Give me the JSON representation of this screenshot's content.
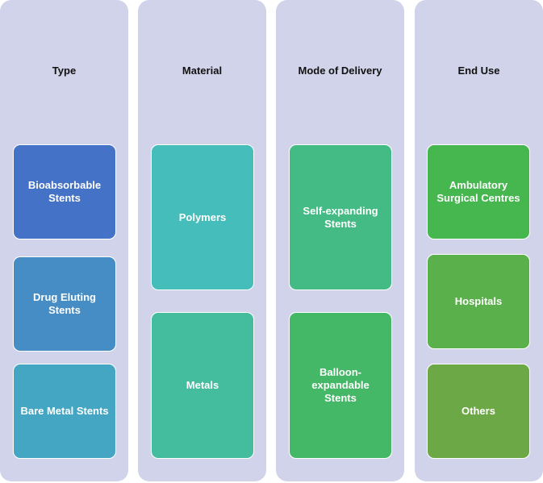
{
  "columns": [
    {
      "title": "Type",
      "items": [
        {
          "label": "Bioabsorbable Stents",
          "color": "#4472c7"
        },
        {
          "label": "Drug Eluting Stents",
          "color": "#458dc4"
        },
        {
          "label": "Bare Metal Stents",
          "color": "#44a6c3"
        }
      ]
    },
    {
      "title": "Material",
      "items": [
        {
          "label": "Polymers",
          "color": "#44bdbb"
        },
        {
          "label": "Metals",
          "color": "#44bc9e"
        }
      ]
    },
    {
      "title": "Mode of Delivery",
      "items": [
        {
          "label": "Self-expanding Stents",
          "color": "#44bb84"
        },
        {
          "label": "Balloon-expandable Stents",
          "color": "#44b866"
        }
      ]
    },
    {
      "title": "End Use",
      "items": [
        {
          "label": "Ambulatory Surgical Centres",
          "color": "#46b64f"
        },
        {
          "label": "Hospitals",
          "color": "#5ab04a"
        },
        {
          "label": "Others",
          "color": "#6ca946"
        }
      ]
    }
  ]
}
